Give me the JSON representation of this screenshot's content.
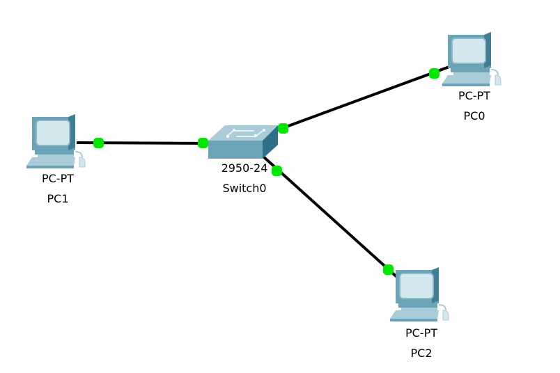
{
  "diagram": {
    "title": "",
    "colors": {
      "background": "#ffffff",
      "link": "#000000",
      "port_up": "#00e600",
      "device_light": "#a9ccd8",
      "device_mid": "#6ba3b7",
      "device_dark": "#3f7f96",
      "screen": "#d4e6ee"
    },
    "nodes": [
      {
        "id": "pc1",
        "type": "pc",
        "model": "PC-PT",
        "name": "PC1"
      },
      {
        "id": "switch0",
        "type": "switch",
        "model": "2950-24",
        "name": "Switch0"
      },
      {
        "id": "pc0",
        "type": "pc",
        "model": "PC-PT",
        "name": "PC0"
      },
      {
        "id": "pc2",
        "type": "pc",
        "model": "PC-PT",
        "name": "PC2"
      }
    ],
    "links": [
      {
        "from": "pc1",
        "to": "switch0",
        "status": "up"
      },
      {
        "from": "switch0",
        "to": "pc0",
        "status": "up"
      },
      {
        "from": "switch0",
        "to": "pc2",
        "status": "up"
      }
    ]
  }
}
